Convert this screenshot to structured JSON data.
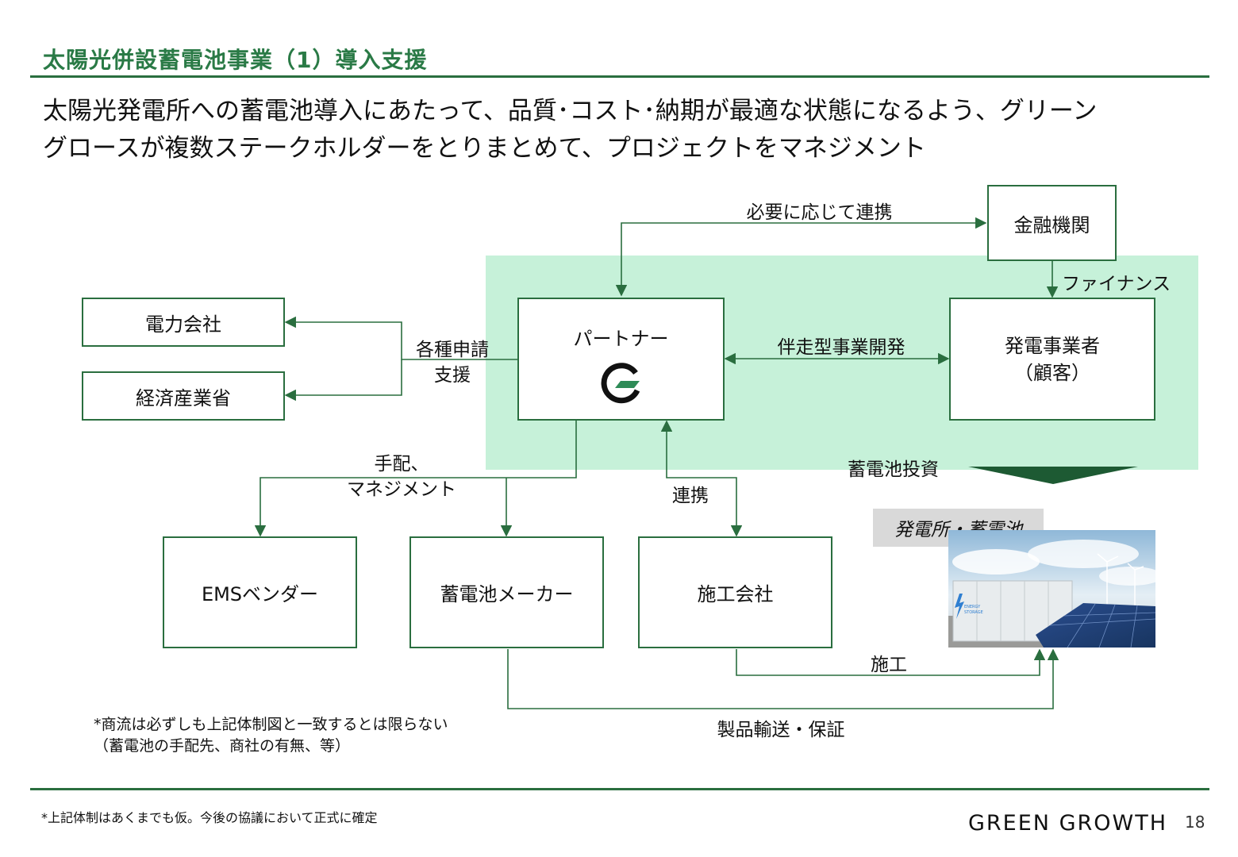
{
  "header": {
    "title": "太陽光併設蓄電池事業（1）導入支援",
    "subtitle_line1": "太陽光発電所への蓄電池導入にあたって、品質･コスト･納期が最適な状態になるよう、グリーン",
    "subtitle_line2": "グロースが複数ステークホルダーをとりまとめて、プロジェクトをマネジメント"
  },
  "diagram": {
    "boxes": {
      "power_company": "電力会社",
      "meti": "経済産業省",
      "partner": "パートナー",
      "finance": "金融機関",
      "generator_line1": "発電事業者",
      "generator_line2": "（顧客）",
      "ems": "EMSベンダー",
      "battery_maker": "蓄電池メーカー",
      "construction": "施工会社"
    },
    "labels": {
      "cooperate_as_needed": "必要に応じて連携",
      "finance": "ファイナンス",
      "application_line1": "各種申請",
      "application_line2": "支援",
      "codevelopment": "伴走型事業開発",
      "battery_investment": "蓄電池投資",
      "arrange_line1": "手配、",
      "arrange_line2": "マネジメント",
      "cooperation": "連携",
      "construction_work": "施工",
      "transport_warranty": "製品輸送・保証"
    },
    "photo": {
      "label": "発電所・蓄電池",
      "container_text_line1": "ENERGY",
      "container_text_line2": "STORAGE"
    },
    "note_line1": "*商流は必ずしも上記体制図と一致するとは限らない",
    "note_line2": "（蓄電池の手配先、商社の有無、等）"
  },
  "footer": {
    "note": "*上記体制はあくまでも仮。今後の協議において正式に確定",
    "brand": "GREEN GROWTH",
    "page": "18"
  },
  "colors": {
    "accent_green": "#2a6e3f",
    "title_green": "#2a7a46",
    "highlight_area": "#c6f1d9",
    "logo_green": "#2e8b57"
  }
}
